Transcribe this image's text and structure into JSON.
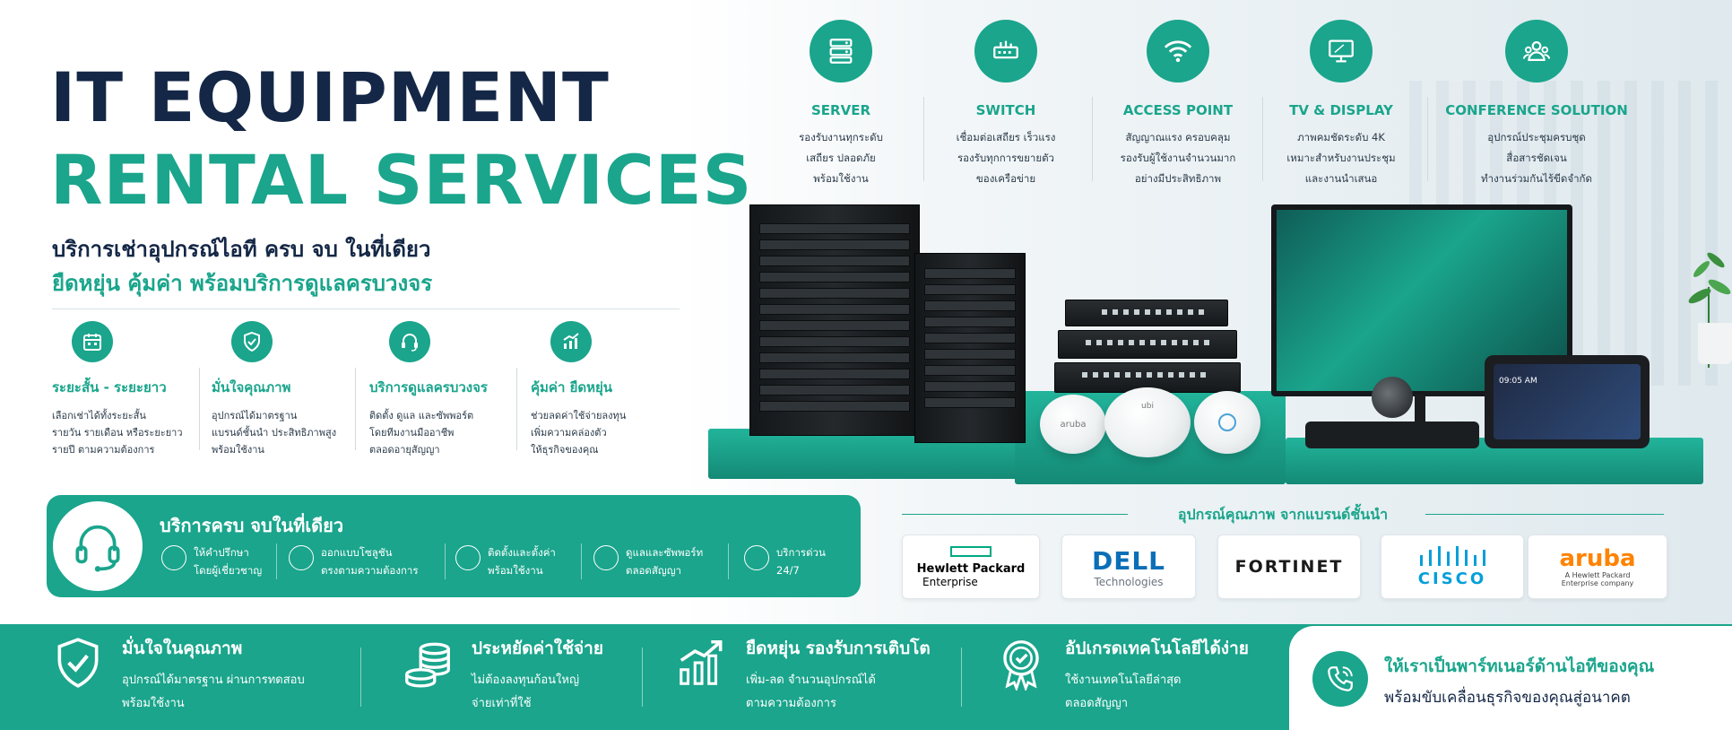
{
  "headline": {
    "line1": "IT EQUIPMENT",
    "line2": "RENTAL SERVICES",
    "sub1": "บริการเช่าอุปกรณ์ไอที ครบ จบ ในที่เดียว",
    "sub2": "ยืดหยุ่น คุ้มค่า พร้อมบริการดูแลครบวงจร"
  },
  "features": [
    {
      "icon": "calendar-icon",
      "title": "ระยะสั้น - ระยะยาว",
      "lines": [
        "เลือกเช่าได้ทั้งระยะสั้น",
        "รายวัน รายเดือน หรือระยะยาว",
        "รายปี ตามความต้องการ"
      ]
    },
    {
      "icon": "shield-check-icon",
      "title": "มั่นใจคุณภาพ",
      "lines": [
        "อุปกรณ์ได้มาตรฐาน",
        "แบรนด์ชั้นนำ ประสิทธิภาพสูง",
        "พร้อมใช้งาน"
      ]
    },
    {
      "icon": "headset-icon",
      "title": "บริการดูแลครบวงจร",
      "lines": [
        "ติดตั้ง ดูแล และซัพพอร์ต",
        "โดยทีมงานมืออาชีพ",
        "ตลอดอายุสัญญา"
      ]
    },
    {
      "icon": "growth-chart-icon",
      "title": "คุ้มค่า ยืดหยุ่น",
      "lines": [
        "ช่วยลดค่าใช้จ่ายลงทุน",
        "เพิ่มความคล่องตัว",
        "ให้ธุรกิจของคุณ"
      ]
    }
  ],
  "categories": [
    {
      "icon": "server-icon",
      "title": "SERVER",
      "lines": [
        "รองรับงานทุกระดับ",
        "เสถียร ปลอดภัย",
        "พร้อมใช้งาน"
      ]
    },
    {
      "icon": "switch-icon",
      "title": "SWITCH",
      "lines": [
        "เชื่อมต่อเสถียร เร็วแรง",
        "รองรับทุกการขยายตัว",
        "ของเครือข่าย"
      ]
    },
    {
      "icon": "wifi-icon",
      "title": "ACCESS POINT",
      "lines": [
        "สัญญาณแรง ครอบคลุม",
        "รองรับผู้ใช้งานจำนวนมาก",
        "อย่างมีประสิทธิภาพ"
      ]
    },
    {
      "icon": "monitor-icon",
      "title": "TV & DISPLAY",
      "lines": [
        "ภาพคมชัดระดับ 4K",
        "เหมาะสำหรับงานประชุม",
        "และงานนำเสนอ"
      ]
    },
    {
      "icon": "conference-icon",
      "title": "CONFERENCE SOLUTION",
      "lines": [
        "อุปกรณ์ประชุมครบชุด",
        "สื่อสารชัดเจน",
        "ทำงานร่วมกันไร้ขีดจำกัด"
      ]
    }
  ],
  "devices": {
    "ap1": "aruba",
    "ap2": "ubi",
    "tablet_time": "09:05 AM"
  },
  "services": {
    "title": "บริการครบ จบในที่เดียว",
    "items": [
      {
        "icon": "advice-icon",
        "lines": [
          "ให้คำปรึกษา",
          "โดยผู้เชี่ยวชาญ"
        ]
      },
      {
        "icon": "design-icon",
        "lines": [
          "ออกแบบโซลูชัน",
          "ตรงตามความต้องการ"
        ]
      },
      {
        "icon": "install-icon",
        "lines": [
          "ติดตั้งและตั้งค่า",
          "พร้อมใช้งาน"
        ]
      },
      {
        "icon": "support-icon",
        "lines": [
          "ดูแลและซัพพอร์ท",
          "ตลอดสัญญา"
        ]
      },
      {
        "icon": "24-7-icon",
        "lines": [
          "บริการด่วน",
          "24/7"
        ]
      }
    ]
  },
  "brands": {
    "title": "อุปกรณ์คุณภาพ จากแบรนด์ชั้นนำ",
    "hpe": {
      "line1": "Hewlett Packard",
      "line2": "Enterprise"
    },
    "dell": {
      "line1": "DELL",
      "line2": "Technologies"
    },
    "fortinet": "FORTINET",
    "cisco": "CISCO",
    "aruba": {
      "line1": "aruba",
      "line2": "A Hewlett Packard",
      "line3": "Enterprise company"
    }
  },
  "benefits": [
    {
      "icon": "shield-check-icon",
      "title": "มั่นใจในคุณภาพ",
      "lines": [
        "อุปกรณ์ได้มาตรฐาน ผ่านการทดสอบ",
        "พร้อมใช้งาน"
      ]
    },
    {
      "icon": "coins-icon",
      "title": "ประหยัดค่าใช้จ่าย",
      "lines": [
        "ไม่ต้องลงทุนก้อนใหญ่",
        "จ่ายเท่าที่ใช้"
      ]
    },
    {
      "icon": "growth-chart-icon",
      "title": "ยืดหยุ่น รองรับการเติบโต",
      "lines": [
        "เพิ่ม-ลด จำนวนอุปกรณ์ได้",
        "ตามความต้องการ"
      ]
    },
    {
      "icon": "badge-check-icon",
      "title": "อัปเกรดเทคโนโลยีได้ง่าย",
      "lines": [
        "ใช้งานเทคโนโลยีล่าสุด",
        "ตลอดสัญญา"
      ]
    }
  ],
  "partner": {
    "icon": "phone-icon",
    "title": "ให้เราเป็นพาร์ทเนอร์ด้านไอทีของคุณ",
    "subtitle": "พร้อมขับเคลื่อนธุรกิจของคุณสู่อนาคต"
  },
  "colors": {
    "accent": "#1aa58c",
    "navy": "#142746"
  }
}
